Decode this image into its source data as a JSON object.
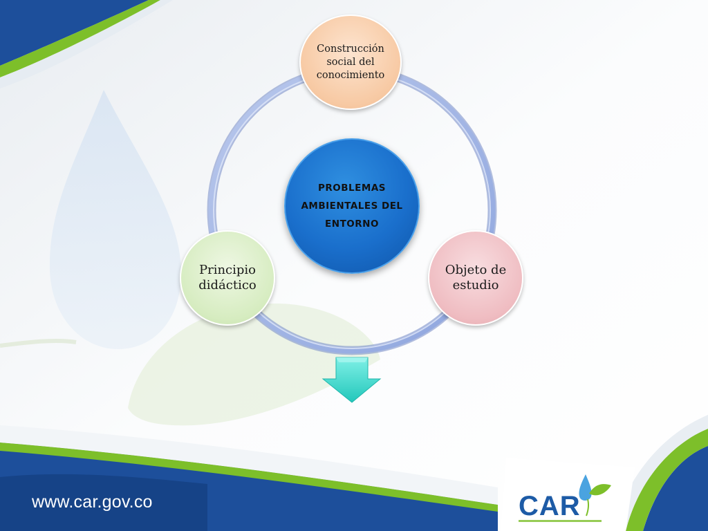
{
  "diagram": {
    "center": "PROBLEMAS AMBIENTALES DEL ENTORNO",
    "nodes": {
      "top": "Construcción social del conocimiento",
      "right": "Objeto de estudio",
      "left": "Principio didáctico"
    }
  },
  "footer": {
    "website": "www.car.gov.co",
    "logo": "CAR"
  },
  "icons": {
    "down_arrow": "down-arrow-icon",
    "logo_drop": "water-drop-leaf-icon"
  },
  "colors": {
    "brand_blue": "#1d5ba6",
    "brand_green": "#7dbf2a",
    "arrow_teal": "#38d8cc",
    "center_blue": "#1a6fcc"
  }
}
